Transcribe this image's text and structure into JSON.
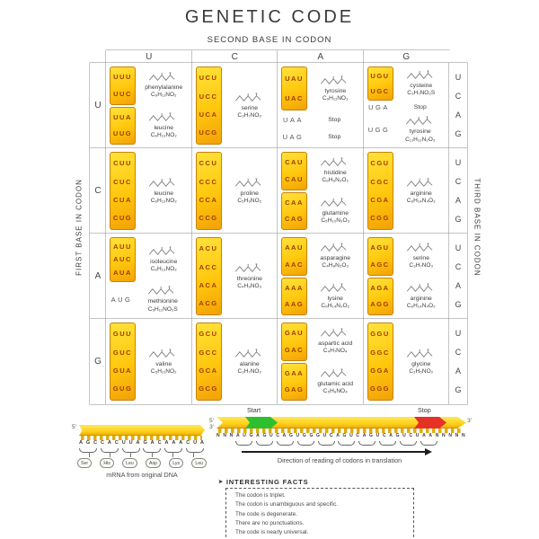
{
  "title": "GENETIC CODE",
  "table": {
    "top_label": "SECOND BASE IN CODON",
    "left_label": "FIRST BASE IN CODON",
    "right_label": "THIRD BASE IN CODON",
    "column_headers": [
      "U",
      "C",
      "A",
      "G"
    ],
    "row_headers": [
      "U",
      "C",
      "A",
      "G"
    ],
    "third_base_letters": [
      "U",
      "C",
      "A",
      "G"
    ],
    "rows": [
      {
        "base": "U",
        "cells": [
          {
            "groups": [
              {
                "codons": [
                  "UUU",
                  "UUC"
                ],
                "highlighted": true,
                "name": "phenylalanine",
                "formula": "C₉H₁₁NO₂"
              },
              {
                "codons": [
                  "UUA",
                  "UUG"
                ],
                "highlighted": true,
                "name": "leucine",
                "formula": "C₆H₁₃NO₂"
              }
            ]
          },
          {
            "groups": [
              {
                "codons": [
                  "UCU",
                  "UCC",
                  "UCA",
                  "UCG"
                ],
                "highlighted": true,
                "name": "serine",
                "formula": "C₃H₇NO₃"
              }
            ]
          },
          {
            "groups": [
              {
                "codons": [
                  "UAU",
                  "UAC"
                ],
                "highlighted": true,
                "name": "tyrosine",
                "formula": "C₉H₁₁NO₃"
              },
              {
                "codons": [
                  "UAA"
                ],
                "highlighted": false,
                "name": "Stop",
                "formula": ""
              },
              {
                "codons": [
                  "UAG"
                ],
                "highlighted": false,
                "name": "Stop",
                "formula": ""
              }
            ]
          },
          {
            "groups": [
              {
                "codons": [
                  "UGU",
                  "UGC"
                ],
                "highlighted": true,
                "name": "cysteine",
                "formula": "C₃H₇NO₂S"
              },
              {
                "codons": [
                  "UGA"
                ],
                "highlighted": false,
                "name": "Stop",
                "formula": ""
              },
              {
                "codons": [
                  "UGG"
                ],
                "highlighted": false,
                "name": "tyrosine",
                "formula": "C₁₁H₁₂N₂O₂"
              }
            ]
          }
        ]
      },
      {
        "base": "C",
        "cells": [
          {
            "groups": [
              {
                "codons": [
                  "CUU",
                  "CUC",
                  "CUA",
                  "CUG"
                ],
                "highlighted": true,
                "name": "leucine",
                "formula": "C₆H₁₃NO₂"
              }
            ]
          },
          {
            "groups": [
              {
                "codons": [
                  "CCU",
                  "CCC",
                  "CCA",
                  "CCG"
                ],
                "highlighted": true,
                "name": "proline",
                "formula": "C₅H₉NO₂"
              }
            ]
          },
          {
            "groups": [
              {
                "codons": [
                  "CAU",
                  "CAU"
                ],
                "highlighted": true,
                "name": "histidine",
                "formula": "C₆H₉N₃O₂"
              },
              {
                "codons": [
                  "CAA",
                  "CAG"
                ],
                "highlighted": true,
                "name": "glutamine",
                "formula": "C₅H₁₀N₂O₃"
              }
            ]
          },
          {
            "groups": [
              {
                "codons": [
                  "CGU",
                  "CGC",
                  "CGA",
                  "CGG"
                ],
                "highlighted": true,
                "name": "arginine",
                "formula": "C₆H₁₄N₄O₂"
              }
            ]
          }
        ]
      },
      {
        "base": "A",
        "cells": [
          {
            "groups": [
              {
                "codons": [
                  "AUU",
                  "AUC",
                  "AUA"
                ],
                "highlighted": true,
                "name": "isoleucine",
                "formula": "C₆H₁₃NO₂"
              },
              {
                "codons": [
                  "AUG"
                ],
                "highlighted": false,
                "name": "methionine",
                "formula": "C₅H₁₁NO₂S"
              }
            ]
          },
          {
            "groups": [
              {
                "codons": [
                  "ACU",
                  "ACC",
                  "ACA",
                  "ACG"
                ],
                "highlighted": true,
                "name": "threonine",
                "formula": "C₄H₉NO₃"
              }
            ]
          },
          {
            "groups": [
              {
                "codons": [
                  "AAU",
                  "AAC"
                ],
                "highlighted": true,
                "name": "asparagine",
                "formula": "C₄H₈N₂O₃"
              },
              {
                "codons": [
                  "AAA",
                  "AAG"
                ],
                "highlighted": true,
                "name": "lysine",
                "formula": "C₆H₁₄N₂O₂"
              }
            ]
          },
          {
            "groups": [
              {
                "codons": [
                  "AGU",
                  "AGC"
                ],
                "highlighted": true,
                "name": "serine",
                "formula": "C₃H₇NO₃"
              },
              {
                "codons": [
                  "AGA",
                  "AGG"
                ],
                "highlighted": true,
                "name": "arginine",
                "formula": "C₆H₁₄N₄O₂"
              }
            ]
          }
        ]
      },
      {
        "base": "G",
        "cells": [
          {
            "groups": [
              {
                "codons": [
                  "GUU",
                  "GUC",
                  "GUA",
                  "GUG"
                ],
                "highlighted": true,
                "name": "valine",
                "formula": "C₅H₁₁NO₂"
              }
            ]
          },
          {
            "groups": [
              {
                "codons": [
                  "GCU",
                  "GCC",
                  "GCA",
                  "GCG"
                ],
                "highlighted": true,
                "name": "alanine",
                "formula": "C₃H₇NO₂"
              }
            ]
          },
          {
            "groups": [
              {
                "codons": [
                  "GAU",
                  "GAC"
                ],
                "highlighted": true,
                "name": "aspartic acid",
                "formula": "C₄H₇NO₄"
              },
              {
                "codons": [
                  "GAA",
                  "GAG"
                ],
                "highlighted": true,
                "name": "glutamic acid",
                "formula": "C₅H₉NO₄"
              }
            ]
          },
          {
            "groups": [
              {
                "codons": [
                  "GGU",
                  "GGC",
                  "GGA",
                  "GGG"
                ],
                "highlighted": true,
                "name": "glycine",
                "formula": "C₂H₅NO₂"
              }
            ]
          }
        ]
      }
    ]
  },
  "mrna_diagram": {
    "five_prime": "5'",
    "three_prime": "3'",
    "sequence": "AGCCACUUAGACAAACUA",
    "amino_acids": [
      "Ser",
      "His",
      "Leu",
      "Asp",
      "Lys",
      "Leu"
    ],
    "caption": "mRNA from original DNA"
  },
  "translation_diagram": {
    "five_prime": "5'",
    "three_prime": "3'",
    "start_label": "Start",
    "stop_label": "Stop",
    "sequence": "NNNAUGAGUCAGUGGGUCAGUCAGUCAGUCUAANNNNN",
    "arrow_caption": "Direction of reading of codons in translation",
    "start_color": "#2ebf2e",
    "stop_color": "#e63226"
  },
  "facts": {
    "pointer_icon": "➤",
    "header": "INTERESTING FACTS",
    "items": [
      "The codon is triplet.",
      "The codon is unambiguous and specific.",
      "The code is degenerate.",
      "There are no punctuations.",
      "The code is nearly universal."
    ]
  },
  "colors": {
    "codon_block": "#ffd41c",
    "codon_text": "#a03c00",
    "grid_line": "#8a8a8a"
  }
}
